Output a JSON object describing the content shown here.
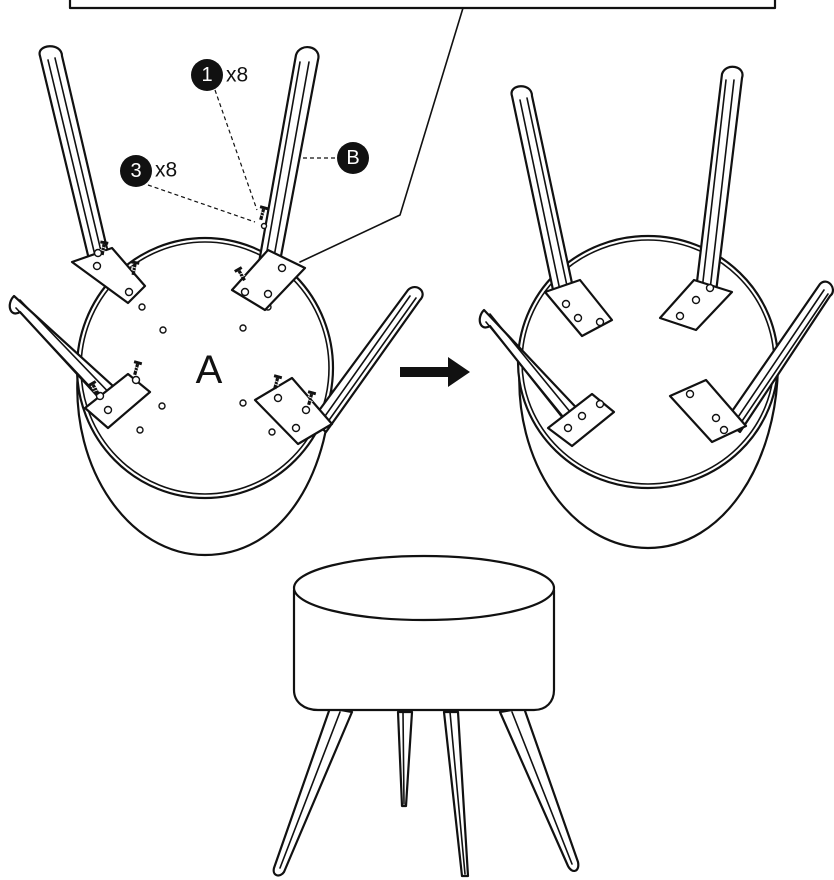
{
  "callouts": {
    "part1": {
      "number": "1",
      "quantity": "x8"
    },
    "part3": {
      "number": "3",
      "quantity": "x8"
    },
    "partB": {
      "letter": "B"
    }
  },
  "seat_label": "A",
  "colors": {
    "ink": "#111111",
    "paper": "#ffffff"
  },
  "steps": [
    "attach-legs",
    "result",
    "assembled-stool"
  ],
  "icons": [
    "screw-icon",
    "washer-icon",
    "arrow-right-icon"
  ]
}
